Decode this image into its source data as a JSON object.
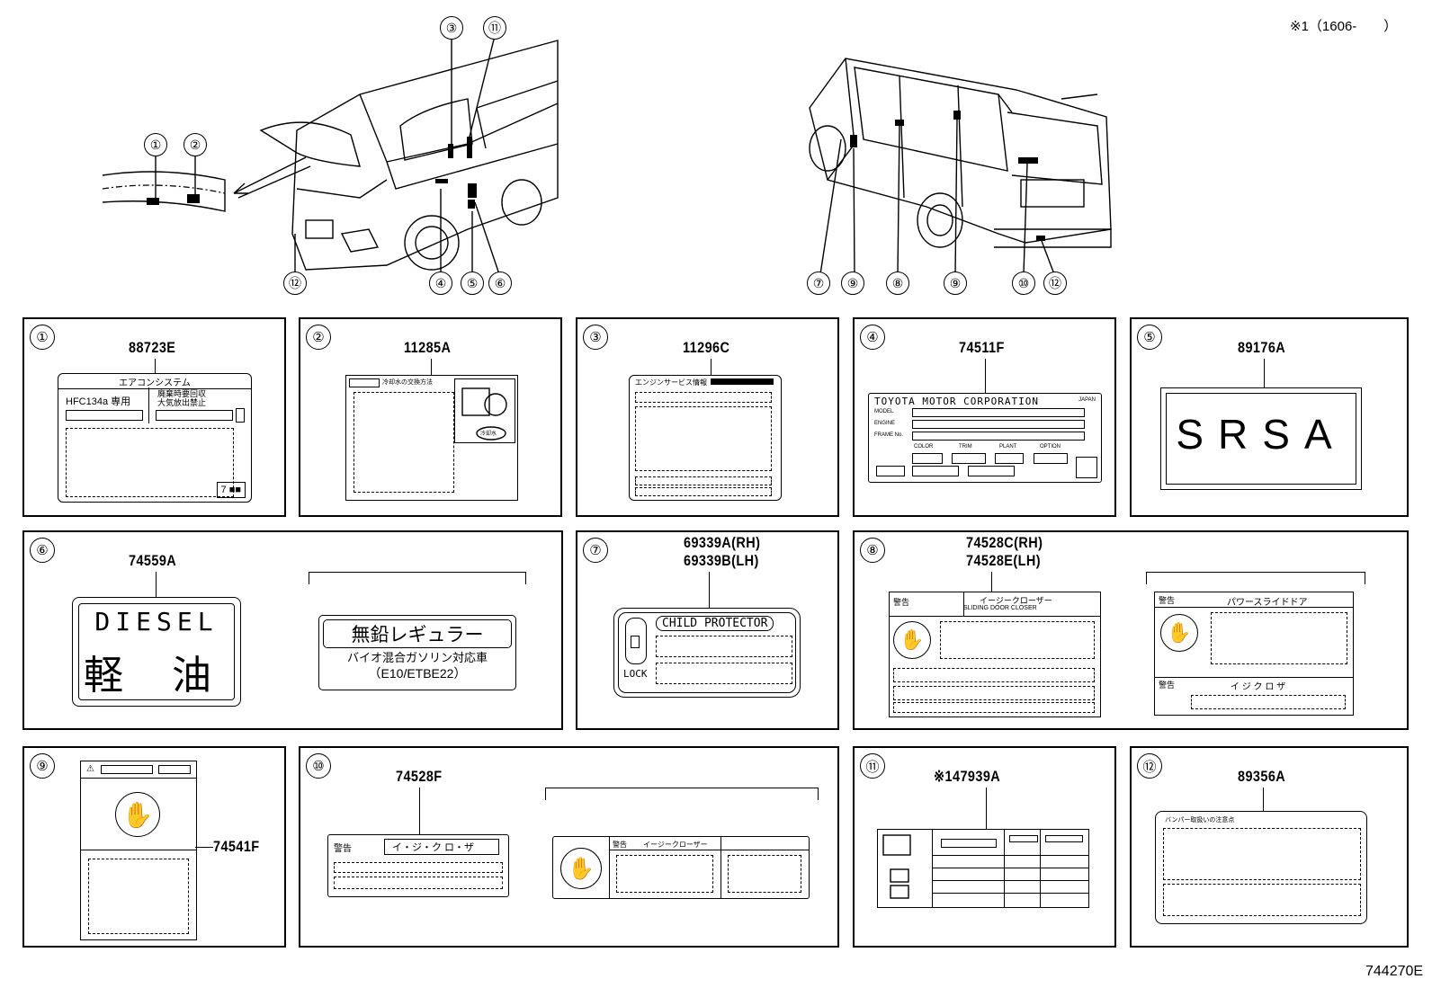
{
  "header": {
    "note": "※1（1606-　　）"
  },
  "footer": {
    "diagram_id": "744270E"
  },
  "illustration": {
    "front_callouts": [
      "①",
      "②",
      "③",
      "⑪",
      "④",
      "⑤",
      "⑥",
      "⑫"
    ],
    "rear_callouts": [
      "⑦",
      "⑨",
      "⑧",
      "⑨",
      "⑩",
      "⑫"
    ]
  },
  "panels": [
    {
      "num": "①",
      "part": "88723E",
      "label": {
        "title": "エアコンシステム",
        "refrigerant": "HFC134a 専用",
        "warning": "廃棄時要回収\n大気放出禁止",
        "code": "7 ■■"
      }
    },
    {
      "num": "②",
      "part": "11285A",
      "label": {
        "text": "冷却水の交換方法",
        "tag": "冷却水"
      }
    },
    {
      "num": "③",
      "part": "11296C",
      "label": {
        "title": "エンジンサービス情報"
      }
    },
    {
      "num": "④",
      "part": "74511F",
      "label": {
        "maker": "TOYOTA MOTOR CORPORATION",
        "origin": "JAPAN",
        "model": "MODEL",
        "engine": "ENGINE",
        "frame": "FRAME No.",
        "color": "COLOR",
        "trim": "TRIM",
        "plant": "PLANT",
        "option": "OPTION"
      }
    },
    {
      "num": "⑤",
      "part": "89176A",
      "label": {
        "text": "SRSA"
      }
    },
    {
      "num": "⑥",
      "part": "74559A",
      "label": {
        "line1": "DIESEL",
        "line2": "軽 油",
        "alt1": "無鉛レギュラー",
        "alt2": "バイオ混合ガソリン対応車",
        "alt3": "（E10/ETBE22）"
      }
    },
    {
      "num": "⑦",
      "part": "69339A(RH)\n69339B(LH)",
      "label": {
        "title": "CHILD PROTECTOR",
        "lock": "LOCK"
      }
    },
    {
      "num": "⑧",
      "part": "74528C(RH)\n74528E(LH)",
      "label": {
        "warn": "警告",
        "title": "イージークローザー",
        "sub": "SLIDING DOOR CLOSER",
        "alt_warn": "警告",
        "alt_title": "パワースライドドア",
        "alt_warn2": "警告",
        "alt_title2": "イ ジ ク ロ ザ"
      }
    },
    {
      "num": "⑨",
      "part": "74541F",
      "label": {}
    },
    {
      "num": "⑩",
      "part": "74528F",
      "label": {
        "warn": "警告",
        "title": "イ・ジ・ク ロ・ザ",
        "alt_warn": "警告",
        "alt_title": "イージークローザー"
      }
    },
    {
      "num": "⑪",
      "part": "※147939A",
      "label": {}
    },
    {
      "num": "⑫",
      "part": "89356A",
      "label": {
        "title": "バンパー取扱いの注意点"
      }
    }
  ]
}
